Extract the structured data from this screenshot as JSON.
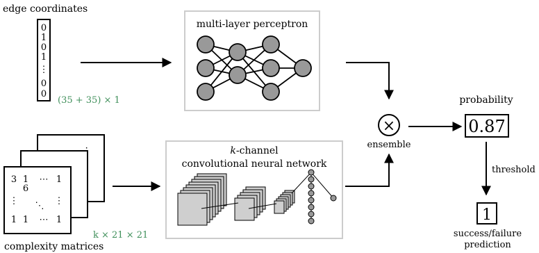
{
  "labels": {
    "edge_coordinates": "edge coordinates",
    "mlp_title": "multi-layer perceptron",
    "cnn_title_line1_italic": "k",
    "cnn_title_line1_rest": "-channel",
    "cnn_title_line2": "convolutional neural network",
    "ensemble": "ensemble",
    "probability": "probability",
    "probability_value": "0.87",
    "threshold": "threshold",
    "prediction_value": "1",
    "success_failure": "success/failure",
    "prediction": "prediction",
    "complexity_matrices": "complexity matrices",
    "ensemble_symbol": "×"
  },
  "vector": {
    "entries": [
      "0",
      "1",
      "0",
      "1",
      "⋮",
      "0",
      "0"
    ],
    "dimension": "(35 + 35) × 1"
  },
  "matrix": {
    "row1": [
      "3",
      "1",
      "⋯",
      "1"
    ],
    "row2_value": "6",
    "vdots_left": "⋮",
    "ddots": "⋱",
    "vdots_right": "⋮",
    "row4": [
      "1",
      "1",
      "⋯",
      "1"
    ],
    "back_ddots": "⋰",
    "dimension": "k × 21 × 21"
  },
  "colors": {
    "node_fill": "#999999",
    "frame_stroke": "#cccccc",
    "green_text": "#3f8f5a",
    "layer_fill": "#cfcfcf"
  }
}
